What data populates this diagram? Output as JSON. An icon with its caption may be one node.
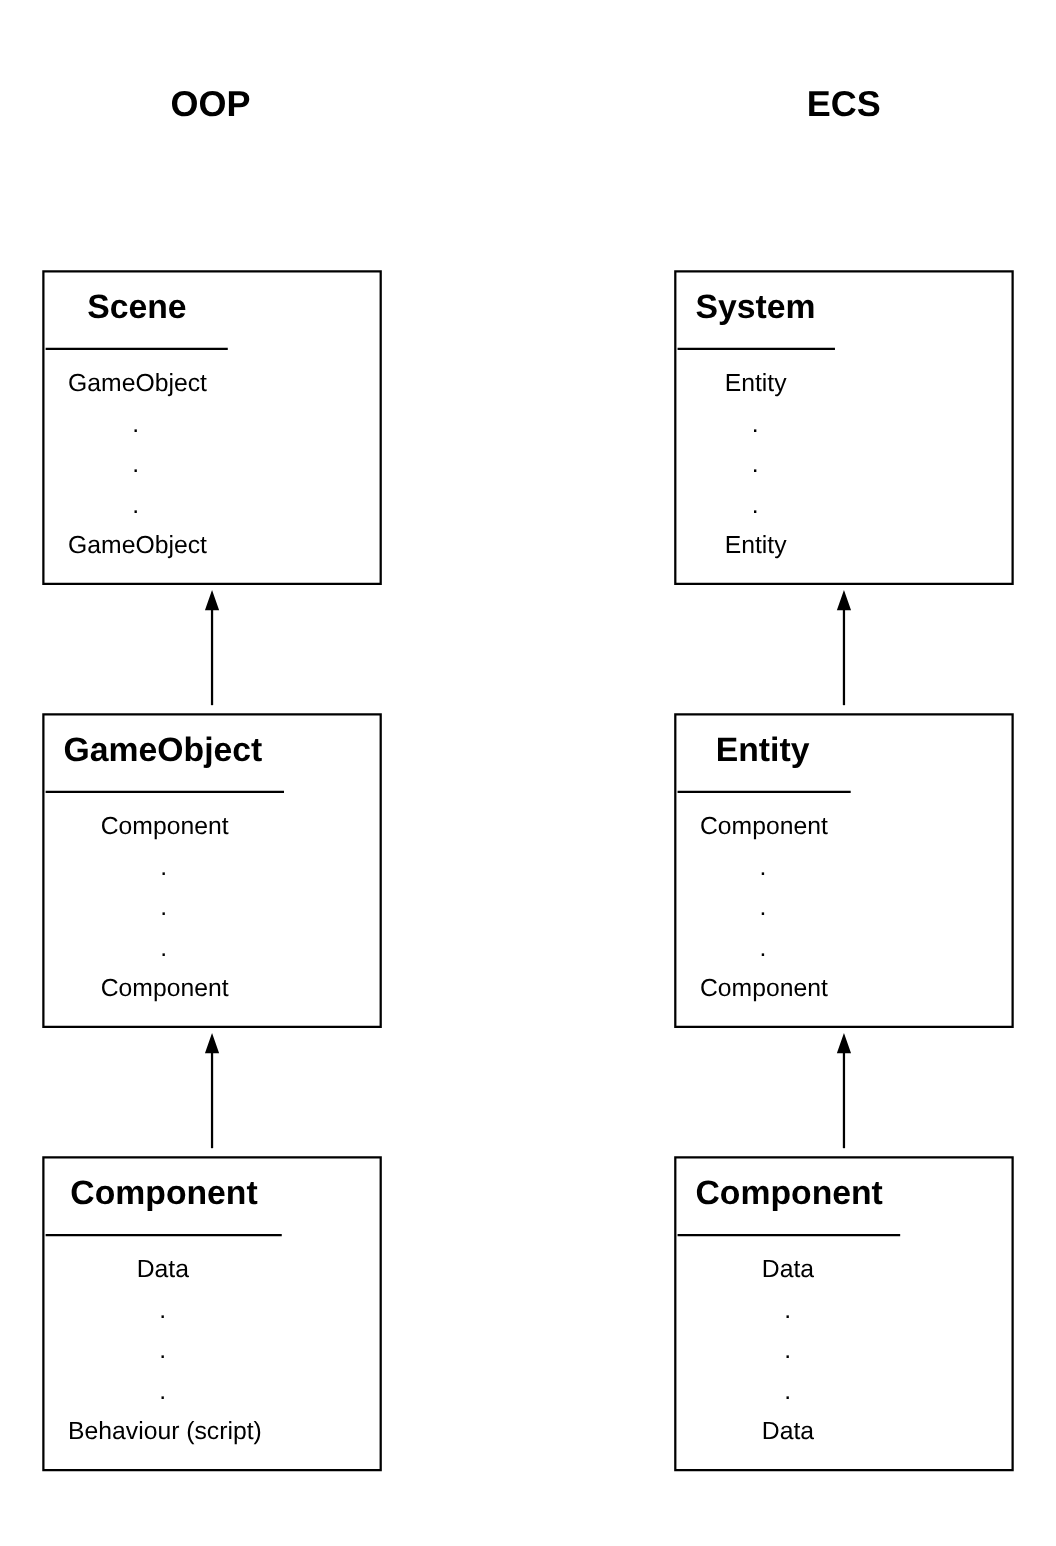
{
  "diagram": {
    "nodes": [
      {
        "text": [
          "Scene",
          "GameObject",
          ".",
          ".",
          ".",
          "GameObject"
        ]
      },
      {
        "text": [
          "GameObject",
          "Component",
          ".",
          ".",
          ".",
          "Component"
        ]
      },
      {
        "text": [
          "Component",
          "Data",
          ".",
          ".",
          ".",
          "Behaviour (script)"
        ]
      },
      {
        "text": [
          "System",
          "Entity",
          ".",
          ".",
          ".",
          "Entity"
        ]
      },
      {
        "text": [
          "Entity",
          "Component",
          ".",
          ".",
          ".",
          "Component"
        ]
      },
      {
        "text": [
          "Component",
          "Data",
          ".",
          ".",
          ".",
          "Data"
        ]
      }
    ],
    "edges": [
      {
        "from": 1,
        "to": 0,
        "arrow": "to"
      },
      {
        "from": 2,
        "to": 1,
        "arrow": "to"
      },
      {
        "from": 4,
        "to": 3,
        "arrow": "to"
      },
      {
        "from": 5,
        "to": 4,
        "arrow": "to"
      }
    ],
    "labels": [
      "OOP",
      "ECS"
    ]
  }
}
